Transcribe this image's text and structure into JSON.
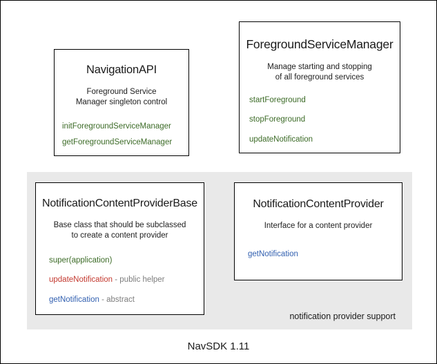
{
  "diagram": {
    "footer_label": "NavSDK 1.11",
    "group_panel": {
      "caption": "notification provider support",
      "background_color": "#e9e9e9"
    },
    "colors": {
      "green": "#3c6b27",
      "red": "#c3392f",
      "blue": "#3260b0",
      "note_gray": "#7d7d7d",
      "text": "#1a1a1a",
      "panel": "#e9e9e9",
      "border": "#000000"
    },
    "boxes": [
      {
        "id": "navigation-api",
        "title": "NavigationAPI",
        "description_lines": [
          "Foreground Service",
          "Manager singleton control"
        ],
        "members": [
          {
            "name": "initForegroundServiceManager",
            "color": "green",
            "note": ""
          },
          {
            "name": "getForegroundServiceManager",
            "color": "green",
            "note": ""
          }
        ]
      },
      {
        "id": "foreground-service-manager",
        "title": "ForegroundServiceManager",
        "description_lines": [
          "Manage starting and stopping",
          "of all foreground services"
        ],
        "members": [
          {
            "name": "startForeground",
            "color": "green",
            "note": ""
          },
          {
            "name": "stopForeground",
            "color": "green",
            "note": ""
          },
          {
            "name": "updateNotification",
            "color": "green",
            "note": ""
          }
        ]
      },
      {
        "id": "notification-content-provider-base",
        "title": "NotificationContentProviderBase",
        "description_lines": [
          "Base class that should be subclassed",
          "to create a content provider"
        ],
        "members": [
          {
            "name": "super(application)",
            "color": "green",
            "note": ""
          },
          {
            "name": "updateNotification",
            "color": "red",
            "note": " - public helper"
          },
          {
            "name": "getNotification",
            "color": "blue",
            "note": " - abstract"
          }
        ]
      },
      {
        "id": "notification-content-provider",
        "title": "NotificationContentProvider",
        "description_lines": [
          "Interface for a content provider"
        ],
        "members": [
          {
            "name": "getNotification",
            "color": "blue",
            "note": ""
          }
        ]
      }
    ]
  }
}
